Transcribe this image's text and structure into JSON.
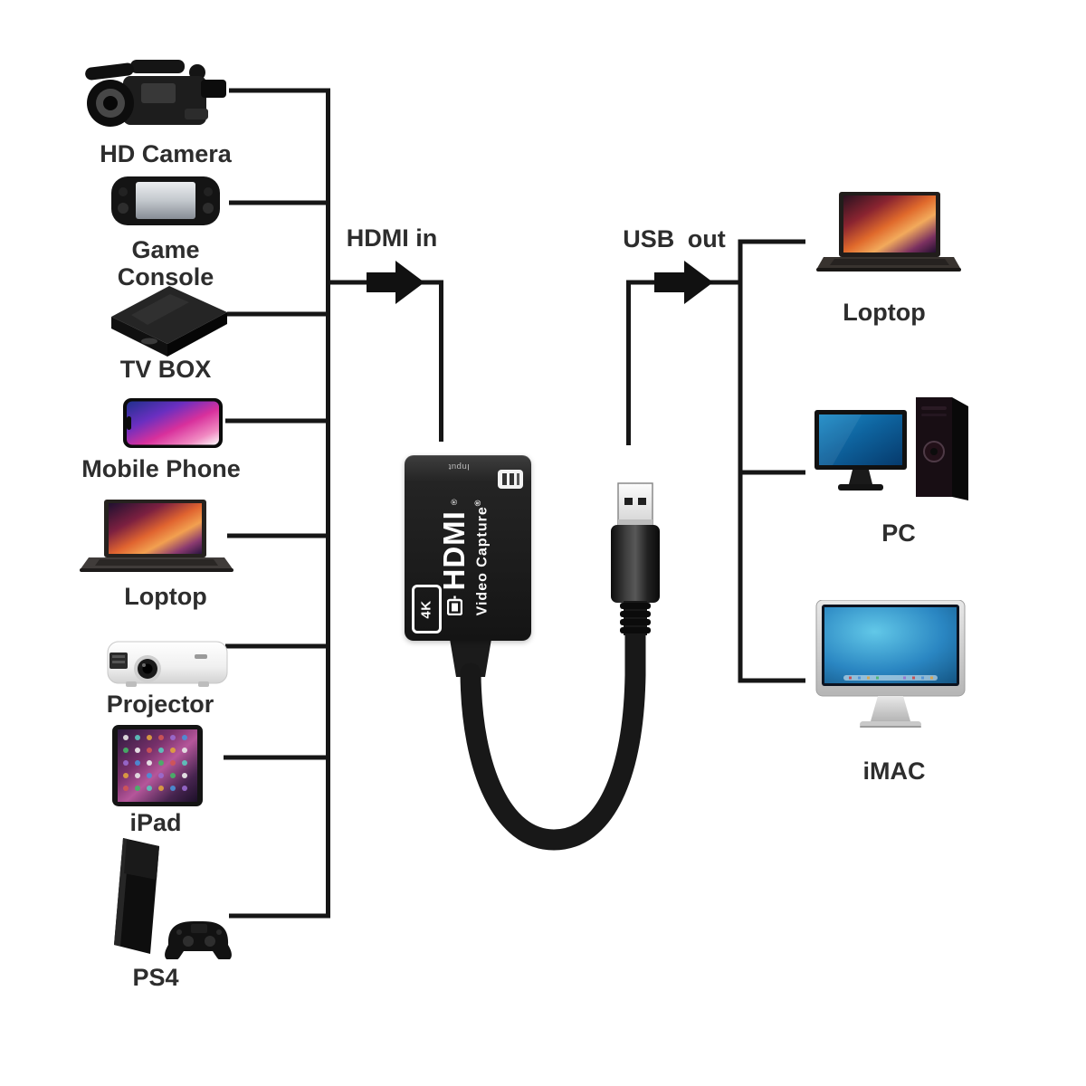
{
  "page": {
    "background": "#ffffff",
    "type": "hdmi-capture-connection-diagram"
  },
  "labels": {
    "hdmi_in": "HDMI in",
    "usb_out": "USB out"
  },
  "sources": {
    "items": [
      {
        "label": "HD Camera",
        "icon": "hd-camera-icon"
      },
      {
        "label": "Game Console",
        "icon": "game-console-icon"
      },
      {
        "label": "TV BOX",
        "icon": "tv-box-icon"
      },
      {
        "label": "Mobile Phone",
        "icon": "mobile-phone-icon"
      },
      {
        "label": "Loptop",
        "icon": "laptop-icon"
      },
      {
        "label": "Projector",
        "icon": "projector-icon"
      },
      {
        "label": "iPad",
        "icon": "ipad-icon"
      },
      {
        "label": "PS4",
        "icon": "ps4-icon"
      }
    ]
  },
  "outputs": {
    "items": [
      {
        "label": "Loptop",
        "icon": "laptop-icon"
      },
      {
        "label": "PC",
        "icon": "desktop-pc-icon"
      },
      {
        "label": "iMAC",
        "icon": "imac-icon"
      }
    ]
  },
  "capture_device": {
    "brand": "HDMI",
    "reg": "®",
    "product": "Video Capture",
    "badge": "4K",
    "port_label": "Input"
  },
  "colors": {
    "wire": "#161616",
    "label_text": "#2d2d2d",
    "device_body": "#1c1c1c",
    "device_text": "#ffffff",
    "pc_screen": "#0e639e",
    "imac_screen": "#2a86c2"
  }
}
